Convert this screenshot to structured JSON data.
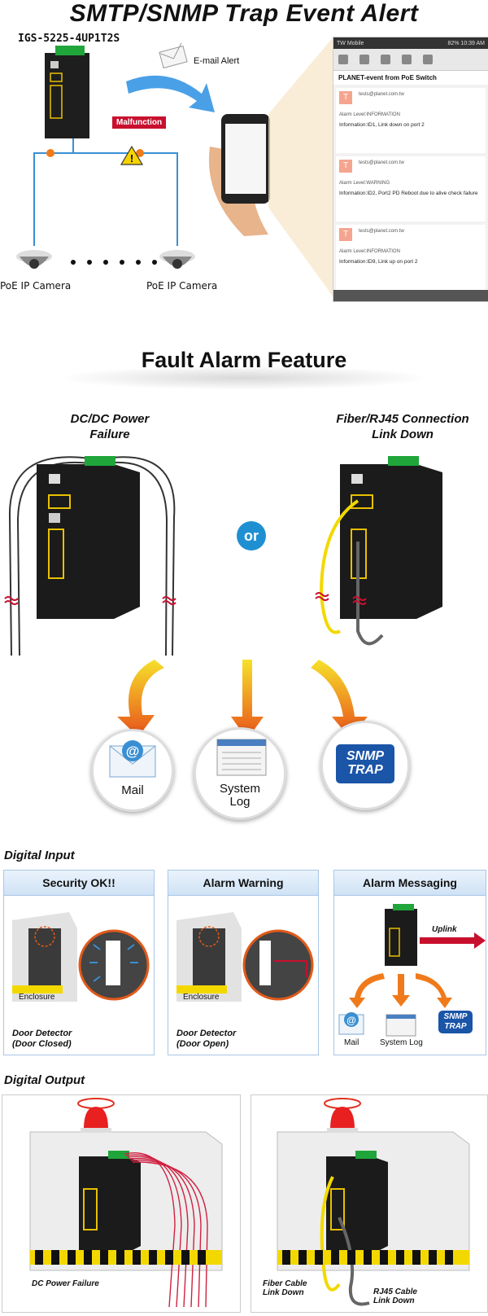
{
  "section1": {
    "title": "SMTP/SNMP Trap Event Alert",
    "model": "IGS-5225-4UP1T2S",
    "email_alert": "E-mail Alert",
    "malfunction": "Malfunction",
    "camera_labels": [
      "PoE IP Camera",
      "PoE IP Camera"
    ],
    "phone": {
      "status_left": "TW Mobile",
      "status_right": "82% 10:39 AM",
      "subject": "PLANET-event from PoE Switch",
      "messages": [
        {
          "from": "tests@planet.com.tw",
          "level": "Alarm Level:INFORMATION",
          "info": "Information:ID1, Link down on port 2"
        },
        {
          "from": "tests@planet.com.tw",
          "level": "Alarm Level:WARNING",
          "info": "Information:ID2, Port2 PD Reboot due to alive check failure"
        },
        {
          "from": "tests@planet.com.tw",
          "level": "Alarm Level:INFORMATION",
          "info": "Information:ID9, Link up on port 2"
        }
      ]
    }
  },
  "section2": {
    "title": "Fault Alarm Feature",
    "left_heading_l1": "DC/DC Power",
    "left_heading_l2": "Failure",
    "right_heading_l1": "Fiber/RJ45 Connection",
    "right_heading_l2": "Link Down",
    "or": "or",
    "outputs": {
      "mail": "Mail",
      "syslog_l1": "System",
      "syslog_l2": "Log",
      "snmp_l1": "SNMP",
      "snmp_l2": "TRAP"
    }
  },
  "digital_input": {
    "heading": "Digital Input",
    "panels": [
      {
        "title": "Security OK!!",
        "enclosure": "Enclosure",
        "det_l1": "Door Detector",
        "det_l2": "(Door Closed)"
      },
      {
        "title": "Alarm Warning",
        "enclosure": "Enclosure",
        "det_l1": "Door Detector",
        "det_l2": "(Door Open)"
      },
      {
        "title": "Alarm Messaging",
        "uplink": "Uplink",
        "mail": "Mail",
        "syslog": "System Log",
        "snmp_l1": "SNMP",
        "snmp_l2": "TRAP"
      }
    ]
  },
  "digital_output": {
    "heading": "Digital Output",
    "left_label": "DC Power Failure",
    "fiber_l1": "Fiber Cable",
    "fiber_l2": "Link Down",
    "rj45_l1": "RJ45 Cable",
    "rj45_l2": "Link Down"
  }
}
